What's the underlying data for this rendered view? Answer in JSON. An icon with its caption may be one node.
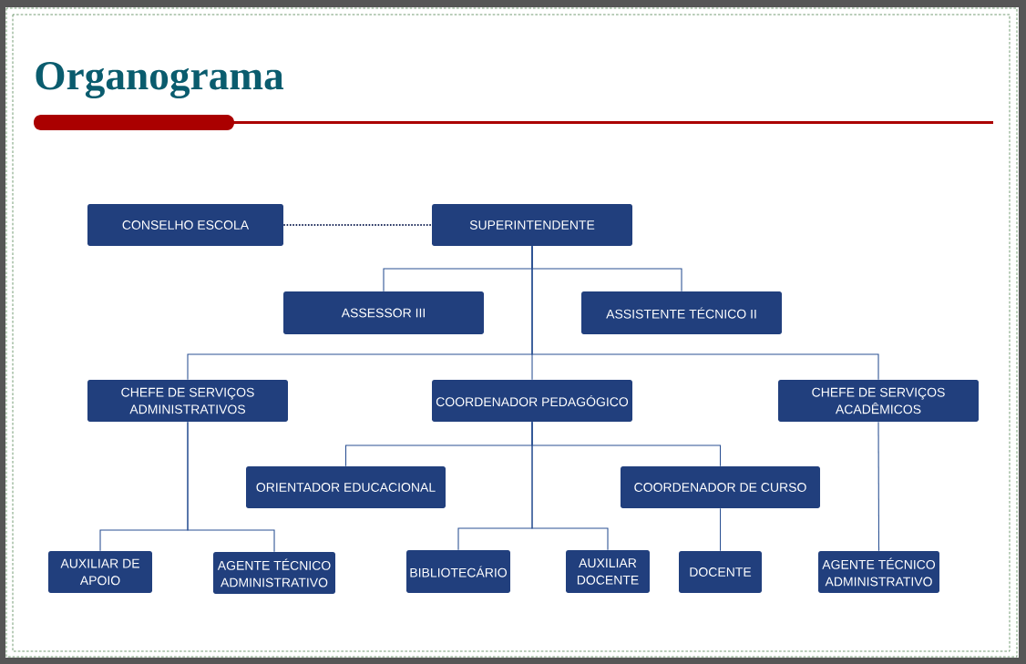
{
  "diagram": {
    "title": "Organograma",
    "nodes": [
      {
        "text": [
          "CONSELHO ESCOLA"
        ]
      },
      {
        "text": [
          "SUPERINTENDENTE"
        ]
      },
      {
        "text": [
          "ASSESSOR III"
        ]
      },
      {
        "text": [
          "ASSISTENTE TÉCNICO II"
        ]
      },
      {
        "text": [
          "CHEFE DE SERVIÇOS ADMINISTRATIVOS"
        ]
      },
      {
        "text": [
          "COORDENADOR PEDAGÓGICO"
        ]
      },
      {
        "text": [
          "CHEFE DE SERVIÇOS ACADÊMICOS"
        ]
      },
      {
        "text": [
          "ORIENTADOR EDUCACIONAL"
        ]
      },
      {
        "text": [
          "COORDENADOR DE CURSO"
        ]
      },
      {
        "text": [
          "AUXILIAR DE APOIO"
        ]
      },
      {
        "text": [
          "AGENTE TÉCNICO ADMINISTRATIVO"
        ]
      },
      {
        "text": [
          "BIBLIOTECÁRIO"
        ]
      },
      {
        "text": [
          "AUXILIAR DOCENTE"
        ]
      },
      {
        "text": [
          "DOCENTE"
        ]
      },
      {
        "text": [
          "AGENTE TÉCNICO ADMINISTRATIVO"
        ]
      }
    ],
    "edges": [
      {
        "from": 0,
        "to": 1,
        "arrow": "none",
        "style": "dashed",
        "color": "#1f2d5c"
      },
      {
        "from": 1,
        "to": 2,
        "arrow": "none"
      },
      {
        "from": 1,
        "to": 3,
        "arrow": "none"
      },
      {
        "from": 1,
        "to": 4,
        "arrow": "none"
      },
      {
        "from": 1,
        "to": 5,
        "arrow": "none"
      },
      {
        "from": 1,
        "to": 6,
        "arrow": "none"
      },
      {
        "from": 4,
        "to": 9,
        "arrow": "none"
      },
      {
        "from": 4,
        "to": 10,
        "arrow": "none"
      },
      {
        "from": 5,
        "to": 7,
        "arrow": "none"
      },
      {
        "from": 5,
        "to": 8,
        "arrow": "none"
      },
      {
        "from": 5,
        "to": 11,
        "arrow": "none"
      },
      {
        "from": 5,
        "to": 12,
        "arrow": "none"
      },
      {
        "from": 6,
        "to": 14,
        "arrow": "none"
      },
      {
        "from": 8,
        "to": 13,
        "arrow": "none"
      }
    ]
  }
}
